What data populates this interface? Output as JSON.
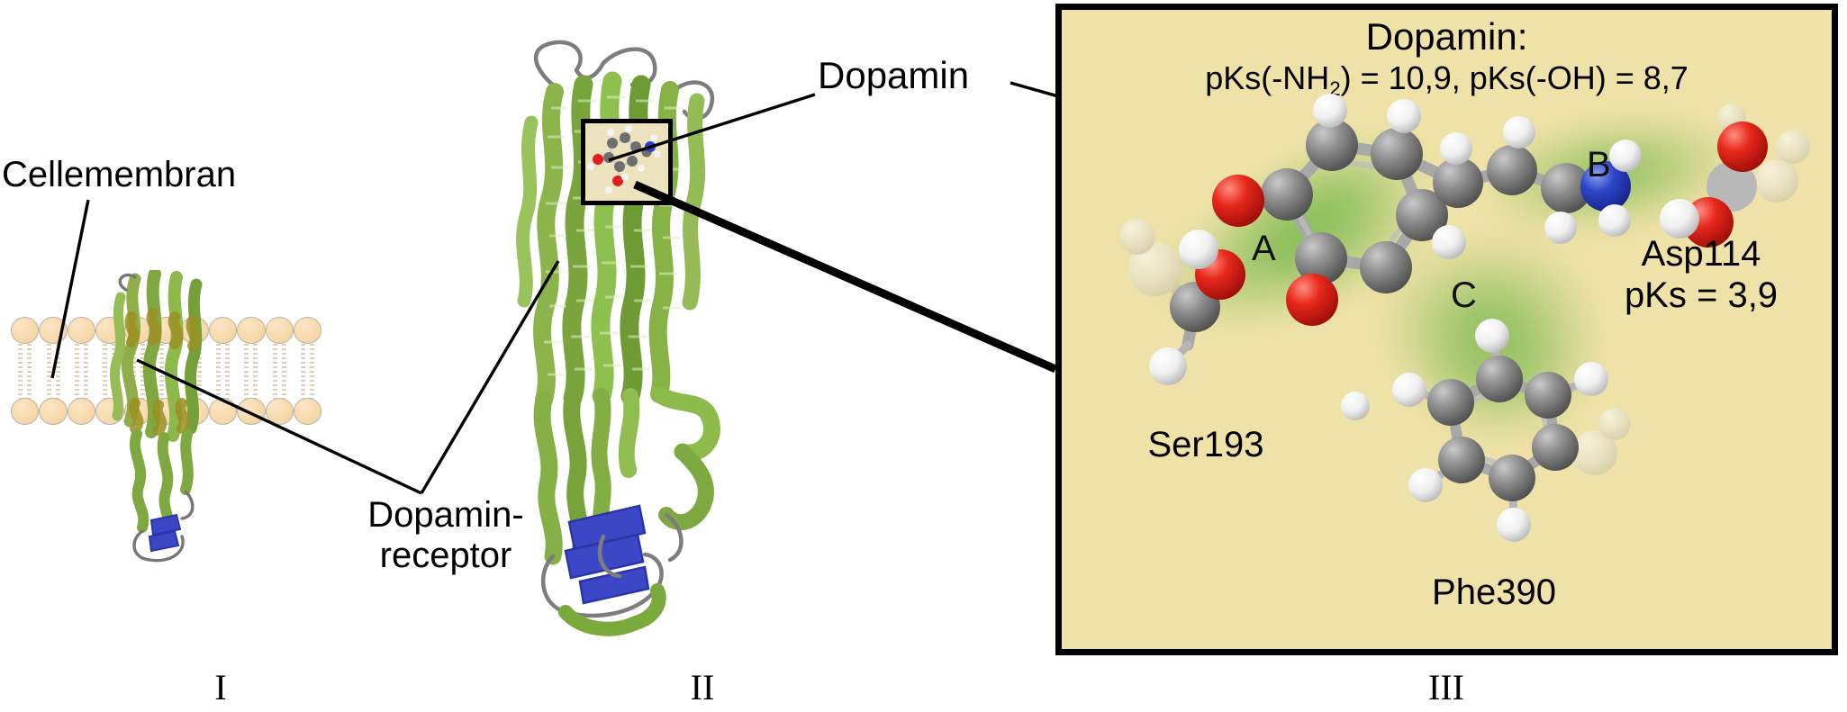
{
  "figure": {
    "background_color": "#ffffff",
    "panel_background": "#efe2a8",
    "ribbon_color": "#7aa93c",
    "lipid_head_color": "#f7d9ab",
    "highlight_color": "#7fbf4d"
  },
  "panel_one": {
    "numeral": "I",
    "labels": {
      "membrane": "Cellemembran"
    }
  },
  "panel_two": {
    "numeral": "II",
    "labels": {
      "receptor_line1": "Dopamin-",
      "receptor_line2": "receptor",
      "ligand": "Dopamin"
    }
  },
  "panel_three": {
    "numeral": "III",
    "title": "Dopamin:",
    "pks_line": "pKs(-NH",
    "pks_sub": "2",
    "pks_line_rest": ") = 10,9, pKs(-OH) = 8,7",
    "regions": [
      {
        "letter": "A"
      },
      {
        "letter": "B"
      },
      {
        "letter": "C"
      }
    ],
    "residues": [
      {
        "name": "Ser193",
        "detail": ""
      },
      {
        "name": "Asp114",
        "detail": "pKs = 3,9"
      },
      {
        "name": "Phe390",
        "detail": ""
      }
    ]
  },
  "atom_colors": {
    "carbon": "#808080",
    "oxygen": "#e02020",
    "nitrogen": "#2244cc",
    "hydrogen": "#f2f2f2",
    "faded": "#e8e2c8"
  }
}
